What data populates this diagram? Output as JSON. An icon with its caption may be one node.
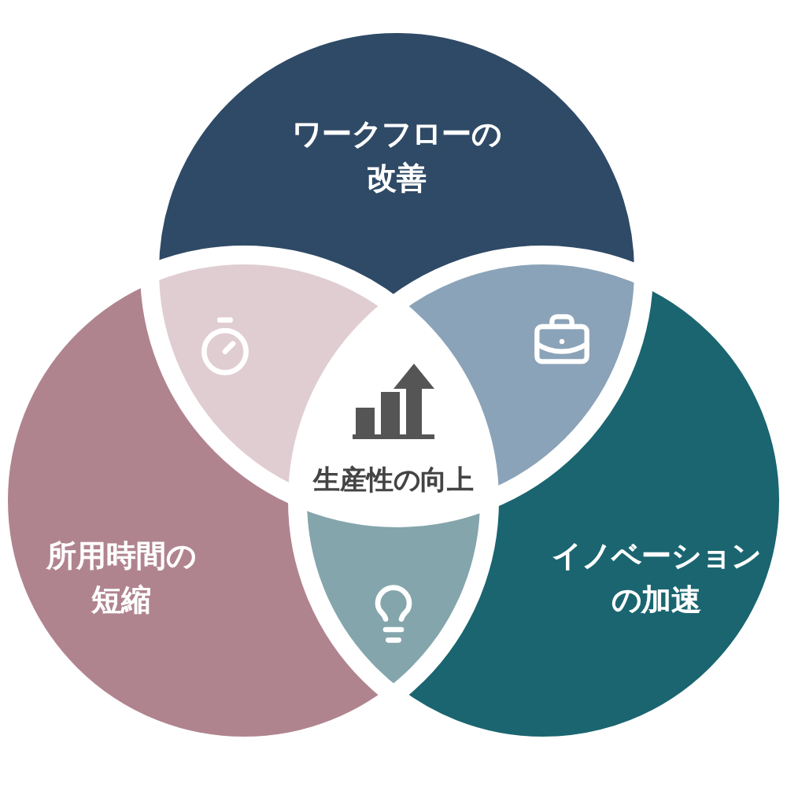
{
  "diagram": {
    "nodes": [
      {
        "text": [
          "ワークフローの改善"
        ]
      },
      {
        "text": [
          "所用時間の短縮"
        ]
      },
      {
        "text": [
          "イノベーションの加速"
        ]
      },
      {
        "text": [
          "生産性の向上"
        ]
      }
    ]
  }
}
